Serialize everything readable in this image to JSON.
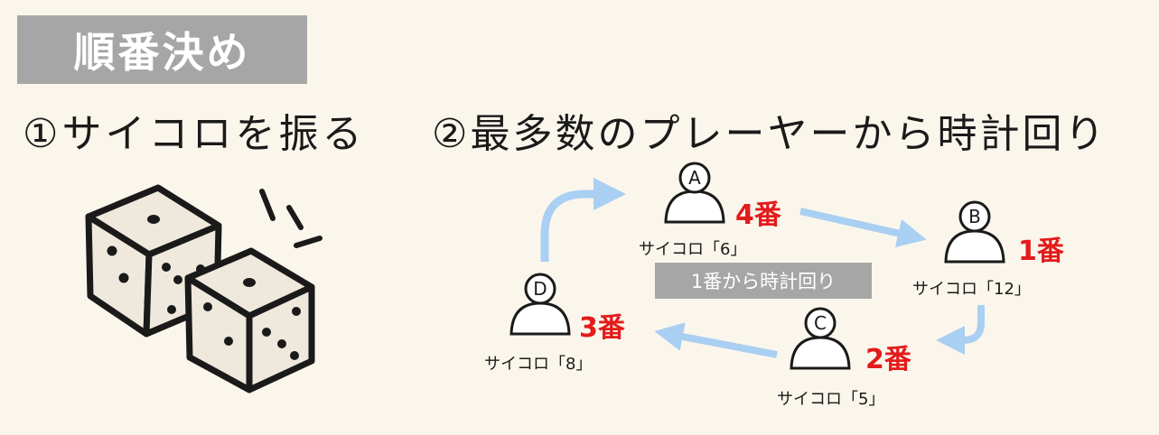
{
  "title": "順番決め",
  "step1": "①サイコロを振る",
  "step2": "②最多数のプレーヤーから時計回り",
  "note": "1番から時計回り",
  "players": [
    {
      "id": "A",
      "roll_label": "サイコロ「6」",
      "rank": "4番"
    },
    {
      "id": "B",
      "roll_label": "サイコロ「12」",
      "rank": "1番"
    },
    {
      "id": "C",
      "roll_label": "サイコロ「5」",
      "rank": "2番"
    },
    {
      "id": "D",
      "roll_label": "サイコロ「8」",
      "rank": "3番"
    }
  ],
  "colors": {
    "background": "#fbf6ec",
    "label_box": "#a6a6a6",
    "rank": "#e31b1b",
    "arrow": "#a9cff2",
    "die_face": "#efe8dc"
  }
}
